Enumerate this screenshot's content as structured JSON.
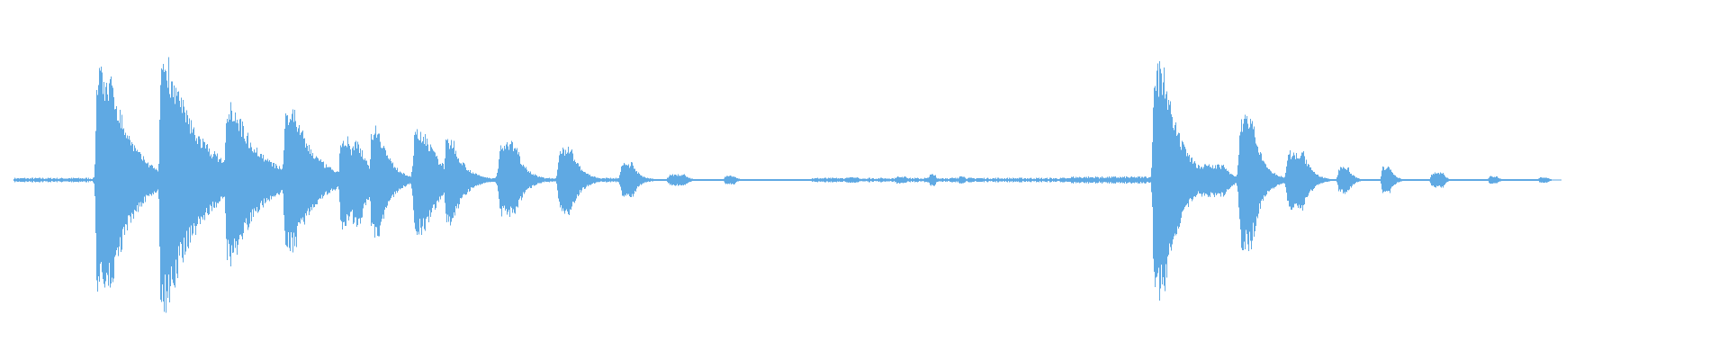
{
  "waveform": {
    "color": "#5fa9e3",
    "background": "#ffffff",
    "baseline_level": 0.004,
    "bursts": [
      {
        "start": 0.056,
        "end": 0.06,
        "amp_top": 0.58,
        "amp_bottom": 0.58,
        "decay": 0.013
      },
      {
        "start": 0.061,
        "end": 0.065,
        "amp_top": 0.53,
        "amp_bottom": 0.55,
        "decay": 0.012
      },
      {
        "start": 0.093,
        "end": 0.097,
        "amp_top": 0.66,
        "amp_bottom": 0.68,
        "decay": 0.018
      },
      {
        "start": 0.131,
        "end": 0.135,
        "amp_top": 0.42,
        "amp_bottom": 0.44,
        "decay": 0.015
      },
      {
        "start": 0.165,
        "end": 0.17,
        "amp_top": 0.38,
        "amp_bottom": 0.38,
        "decay": 0.012
      },
      {
        "start": 0.197,
        "end": 0.201,
        "amp_top": 0.23,
        "amp_bottom": 0.25,
        "decay": 0.008
      },
      {
        "start": 0.204,
        "end": 0.208,
        "amp_top": 0.2,
        "amp_bottom": 0.24,
        "decay": 0.006
      },
      {
        "start": 0.215,
        "end": 0.219,
        "amp_top": 0.29,
        "amp_bottom": 0.3,
        "decay": 0.007
      },
      {
        "start": 0.24,
        "end": 0.246,
        "amp_top": 0.26,
        "amp_bottom": 0.28,
        "decay": 0.009
      },
      {
        "start": 0.258,
        "end": 0.262,
        "amp_top": 0.22,
        "amp_bottom": 0.23,
        "decay": 0.007
      },
      {
        "start": 0.29,
        "end": 0.298,
        "amp_top": 0.2,
        "amp_bottom": 0.19,
        "decay": 0.006
      },
      {
        "start": 0.324,
        "end": 0.33,
        "amp_top": 0.18,
        "amp_bottom": 0.18,
        "decay": 0.006
      },
      {
        "start": 0.36,
        "end": 0.366,
        "amp_top": 0.09,
        "amp_bottom": 0.09,
        "decay": 0.004
      },
      {
        "start": 0.388,
        "end": 0.396,
        "amp_top": 0.03,
        "amp_bottom": 0.03,
        "decay": 0.003
      },
      {
        "start": 0.42,
        "end": 0.425,
        "amp_top": 0.022,
        "amp_bottom": 0.022,
        "decay": 0.002
      },
      {
        "start": 0.49,
        "end": 0.496,
        "amp_top": 0.015,
        "amp_bottom": 0.015,
        "decay": 0.002
      },
      {
        "start": 0.519,
        "end": 0.524,
        "amp_top": 0.018,
        "amp_bottom": 0.018,
        "decay": 0.002
      },
      {
        "start": 0.538,
        "end": 0.541,
        "amp_top": 0.03,
        "amp_bottom": 0.03,
        "decay": 0.001
      },
      {
        "start": 0.555,
        "end": 0.558,
        "amp_top": 0.02,
        "amp_bottom": 0.02,
        "decay": 0.001
      },
      {
        "start": 0.668,
        "end": 0.673,
        "amp_top": 0.6,
        "amp_bottom": 0.62,
        "decay": 0.01
      },
      {
        "start": 0.695,
        "end": 0.708,
        "amp_top": 0.08,
        "amp_bottom": 0.09,
        "decay": 0.005
      },
      {
        "start": 0.718,
        "end": 0.724,
        "amp_top": 0.35,
        "amp_bottom": 0.37,
        "decay": 0.006
      },
      {
        "start": 0.746,
        "end": 0.754,
        "amp_top": 0.15,
        "amp_bottom": 0.16,
        "decay": 0.005
      },
      {
        "start": 0.775,
        "end": 0.78,
        "amp_top": 0.07,
        "amp_bottom": 0.07,
        "decay": 0.003
      },
      {
        "start": 0.8,
        "end": 0.804,
        "amp_top": 0.07,
        "amp_bottom": 0.07,
        "decay": 0.003
      },
      {
        "start": 0.829,
        "end": 0.835,
        "amp_top": 0.04,
        "amp_bottom": 0.04,
        "decay": 0.002
      },
      {
        "start": 0.862,
        "end": 0.866,
        "amp_top": 0.02,
        "amp_bottom": 0.02,
        "decay": 0.002
      },
      {
        "start": 0.891,
        "end": 0.895,
        "amp_top": 0.015,
        "amp_bottom": 0.015,
        "decay": 0.002
      }
    ],
    "noise_floor": [
      {
        "start": 0.008,
        "end": 0.378,
        "level": 0.01
      },
      {
        "start": 0.47,
        "end": 0.69,
        "level": 0.01
      },
      {
        "start": 0.62,
        "end": 0.668,
        "level": 0.016
      }
    ]
  }
}
